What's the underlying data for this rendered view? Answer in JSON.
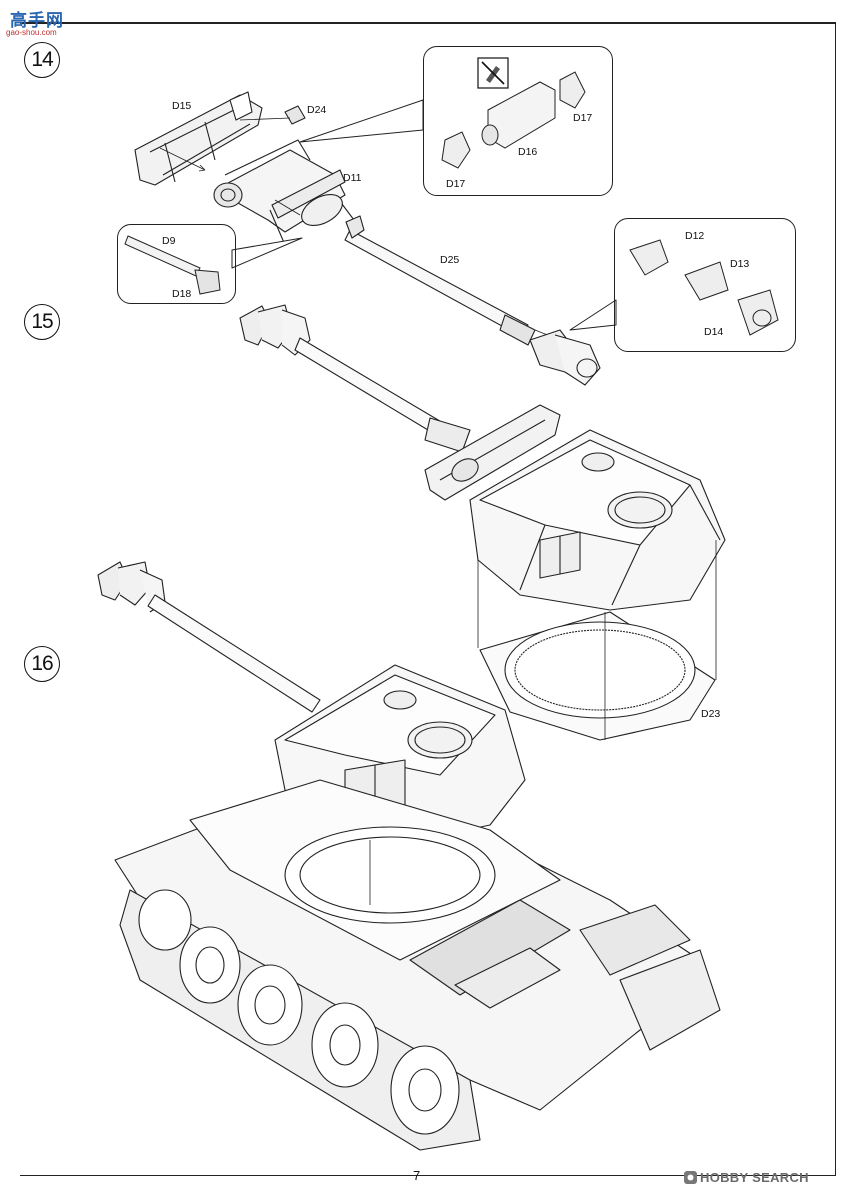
{
  "logo": {
    "text": "高手网",
    "url": "gao-shou.com"
  },
  "steps": [
    "14",
    "15",
    "16"
  ],
  "labels": {
    "D15": "D15",
    "D24": "D24",
    "D11": "D11",
    "D9": "D9",
    "D18": "D18",
    "D25": "D25",
    "D17a": "D17",
    "D16": "D16",
    "D17b": "D17",
    "D12": "D12",
    "D13": "D13",
    "D14": "D14",
    "D23": "D23"
  },
  "page_number": "7",
  "watermark": "HOBBY SEARCH",
  "icons": [
    "no-glue-icon",
    "hobby-search-logo-icon"
  ]
}
